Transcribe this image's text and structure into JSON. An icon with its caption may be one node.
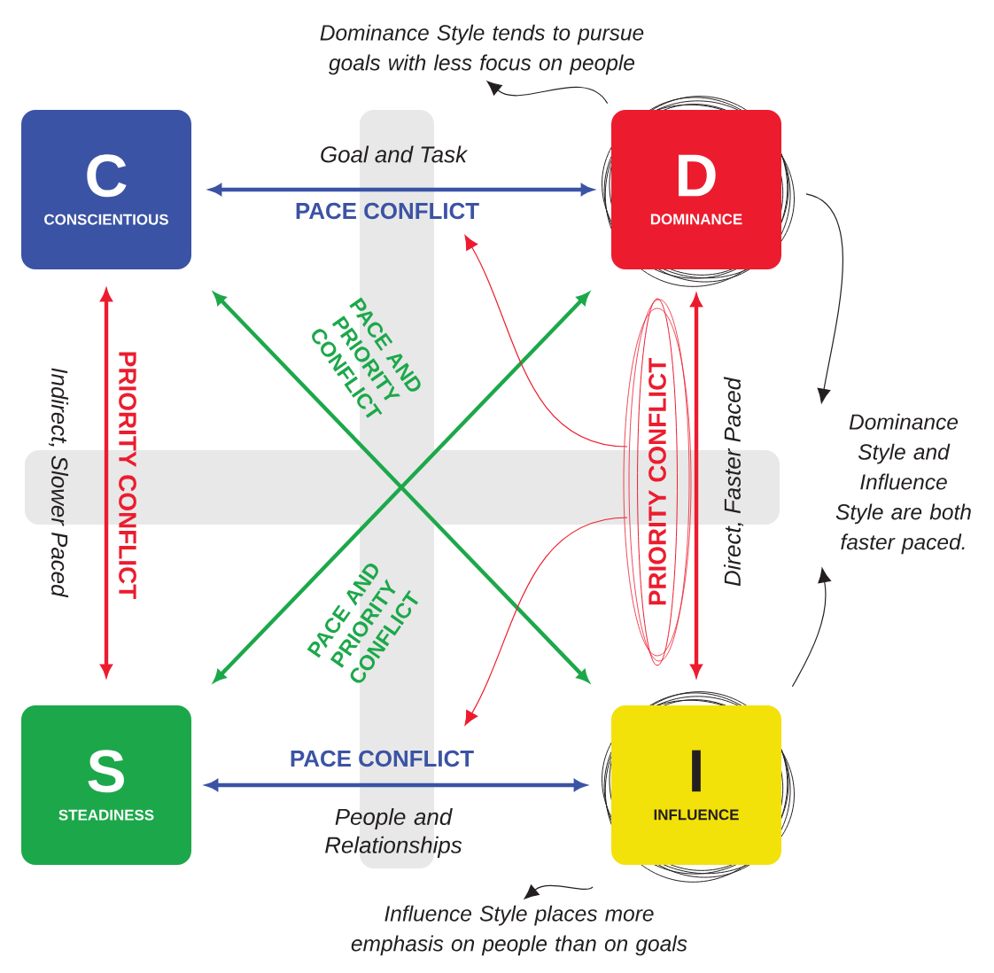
{
  "diagram": {
    "nodes": [
      {
        "text": [
          "C",
          "CONSCIENTIOUS"
        ]
      },
      {
        "text": [
          "D",
          "DOMINANCE"
        ]
      },
      {
        "text": [
          "S",
          "STEADINESS"
        ]
      },
      {
        "text": [
          "I",
          "INFLUENCE"
        ]
      },
      {
        "text": [
          "Dominance Style tends to pursue goals with less focus on people"
        ]
      },
      {
        "text": [
          "Dominance Style and Influence Style are both faster paced."
        ]
      },
      {
        "text": [
          "Influence Style places more emphasis on people than on goals"
        ]
      },
      {
        "text": [
          "PRIORITY CONFLICT"
        ]
      }
    ],
    "edges": [
      {
        "from": 0,
        "to": 1,
        "arrow": "both",
        "label": "PACE CONFLICT",
        "style": "thick",
        "color": "#3b53a4"
      },
      {
        "from": 2,
        "to": 3,
        "arrow": "both",
        "label": "PACE CONFLICT",
        "style": "thick",
        "color": "#3b53a4"
      },
      {
        "from": 0,
        "to": 2,
        "arrow": "both",
        "label": "PRIORITY CONFLICT",
        "style": "thick",
        "color": "#ec1c2e"
      },
      {
        "from": 1,
        "to": 3,
        "arrow": "both",
        "style": "thick",
        "color": "#ec1c2e"
      },
      {
        "from": 0,
        "to": 3,
        "arrow": "both",
        "label": "PACE AND PRIORITY CONFLICT",
        "style": "thick",
        "color": "#1ca84a"
      },
      {
        "from": 2,
        "to": 1,
        "arrow": "both",
        "label": "PACE AND PRIORITY CONFLICT",
        "style": "thick",
        "color": "#1ca84a"
      },
      {
        "from": 1,
        "to": 4,
        "arrow": "to",
        "color": "#231f20"
      },
      {
        "from": 1,
        "to": 5,
        "arrow": "to",
        "color": "#231f20"
      },
      {
        "from": 3,
        "to": 5,
        "arrow": "to",
        "color": "#231f20"
      },
      {
        "from": 3,
        "to": 6,
        "arrow": "to",
        "color": "#231f20"
      },
      {
        "from": 7,
        "to": null,
        "arrow": "to",
        "color": "#ec1c2e"
      },
      {
        "from": 7,
        "to": null,
        "arrow": "to",
        "color": "#ec1c2e"
      }
    ],
    "labels": [
      "Goal and Task",
      "People and Relationships",
      "Indirect, Slower Paced",
      "Direct, Faster Paced"
    ]
  }
}
